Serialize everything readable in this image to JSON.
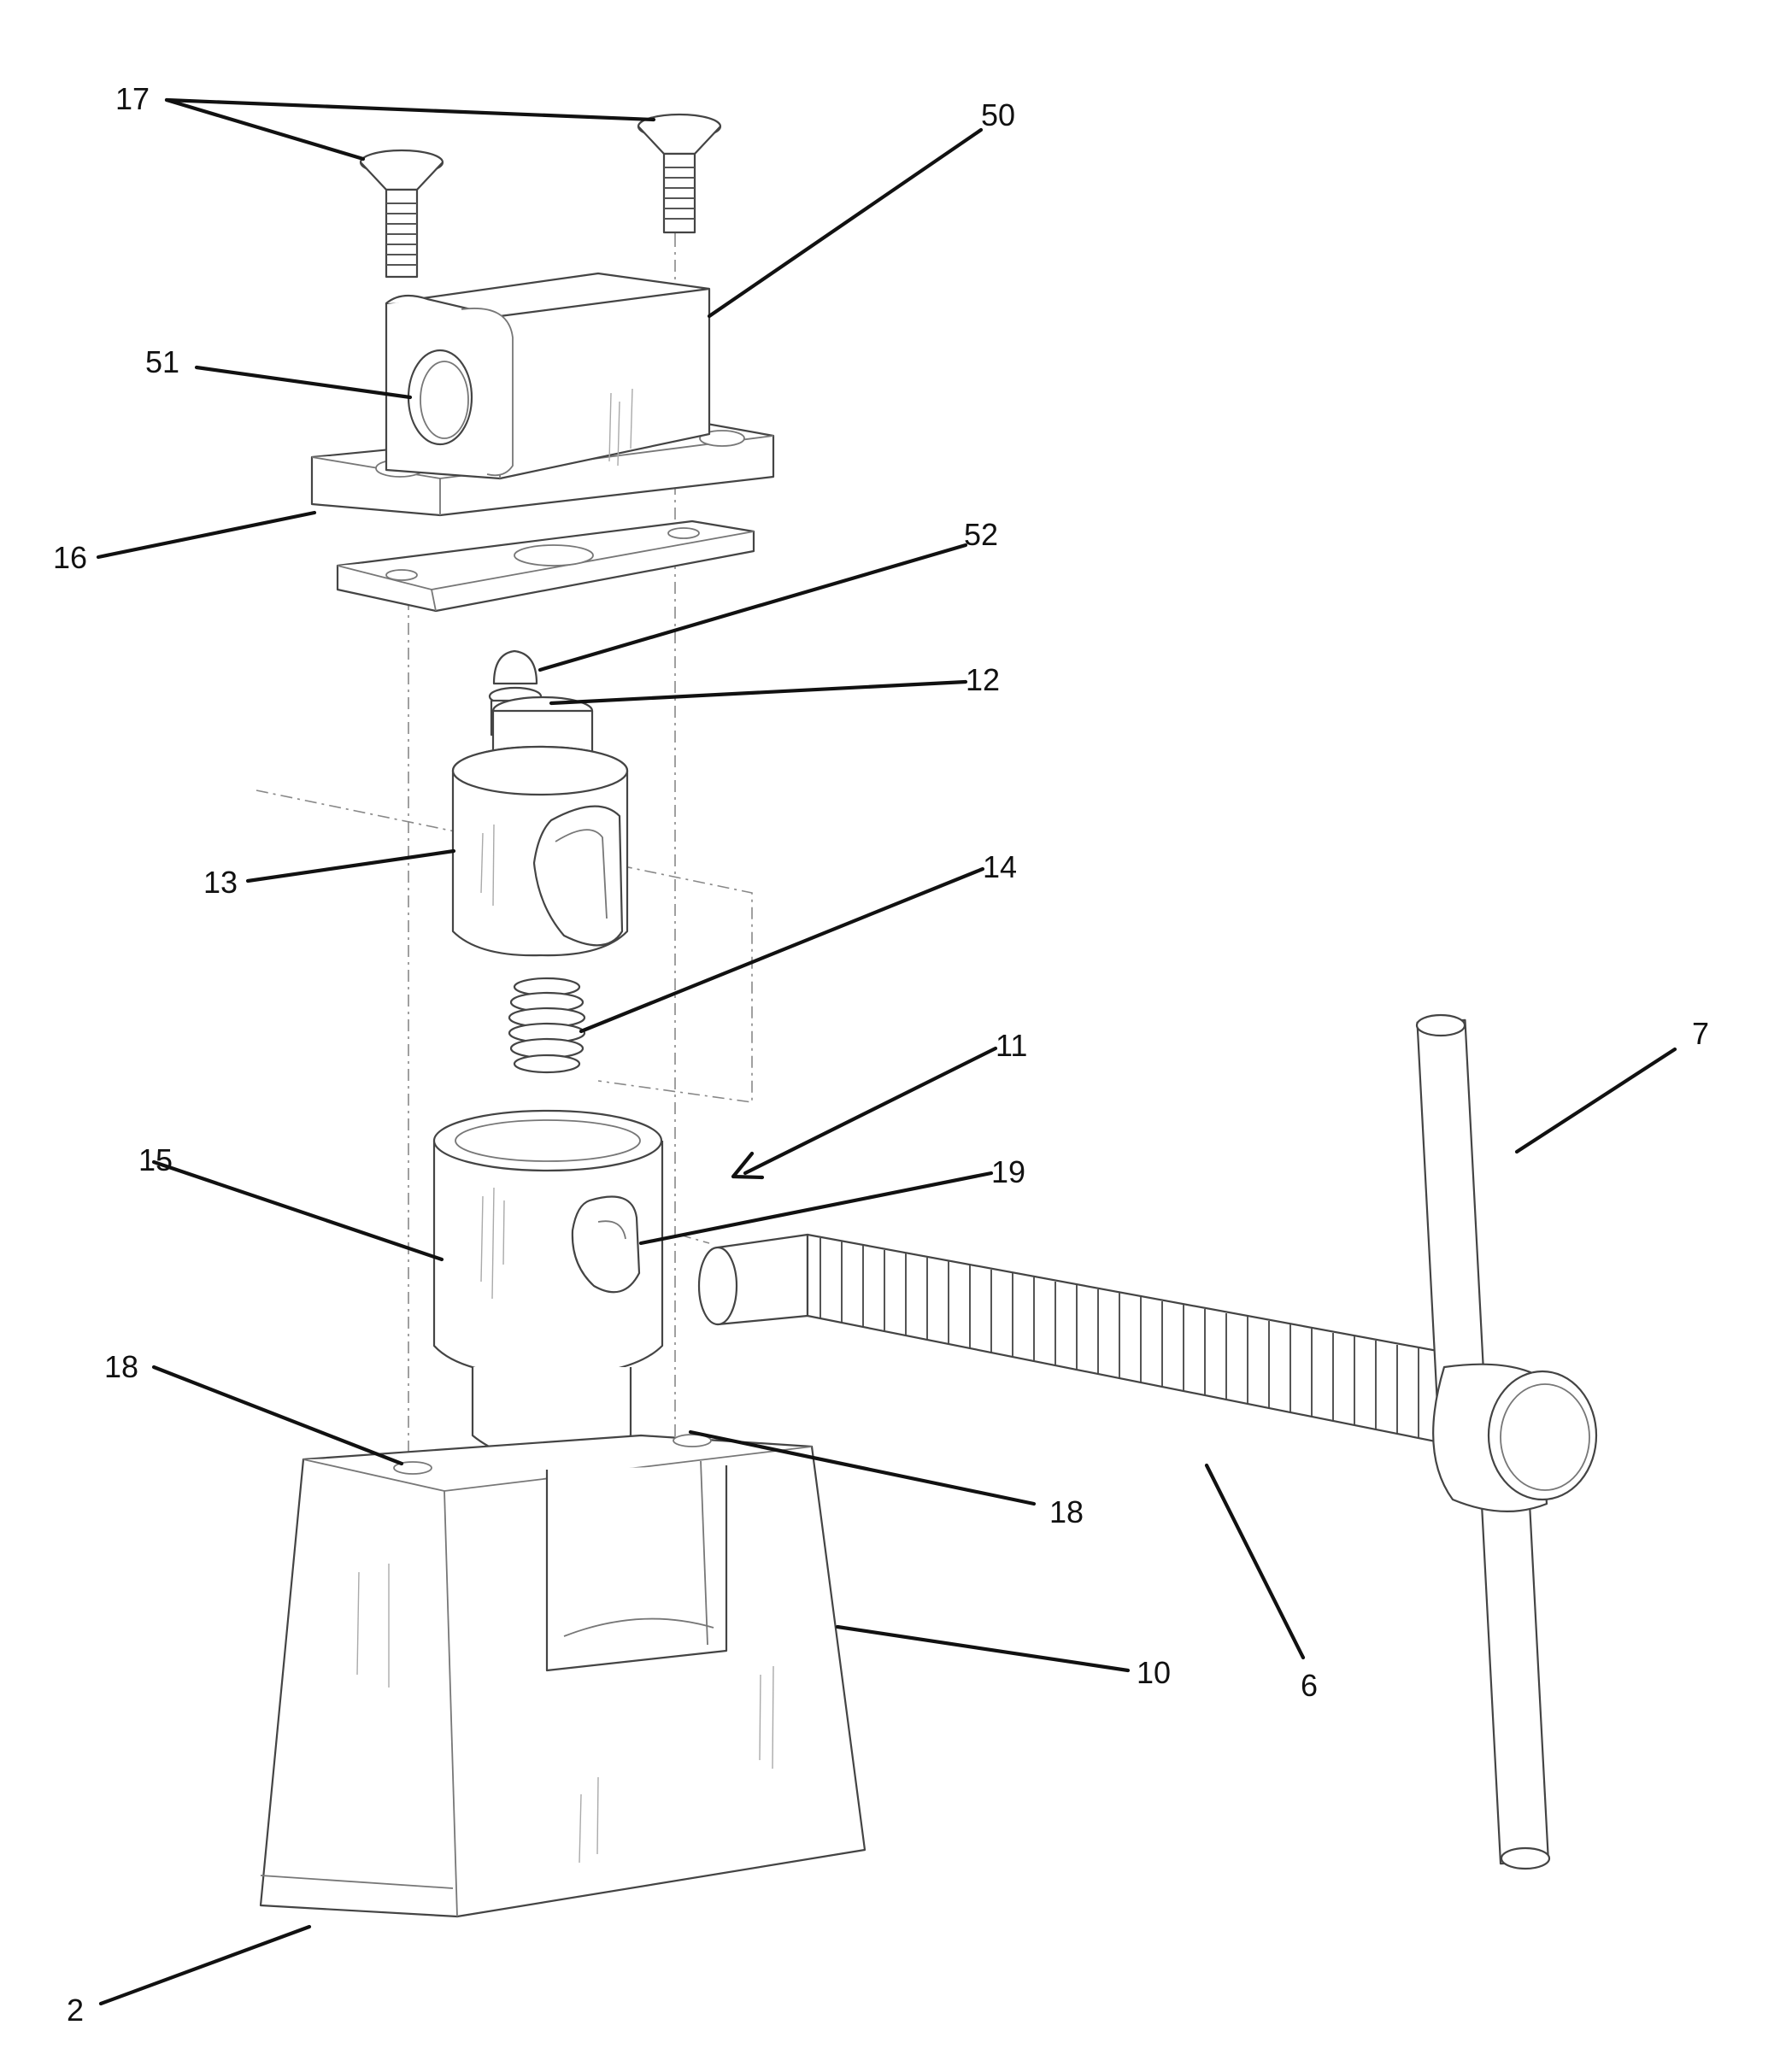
{
  "reference_numerals": {
    "screws": "17",
    "cover_block": "50",
    "cover_bore": "51",
    "cover_base": "16",
    "ball_tip": "52",
    "plunger": "12",
    "sleeve": "13",
    "spring": "14",
    "housing_assembly": "11",
    "handle_bar": "7",
    "housing": "15",
    "housing_port": "19",
    "mount_hole_left": "18",
    "mount_hole_right": "18",
    "screw_rod": "6",
    "pedestal_body": "10",
    "pedestal": "2"
  }
}
